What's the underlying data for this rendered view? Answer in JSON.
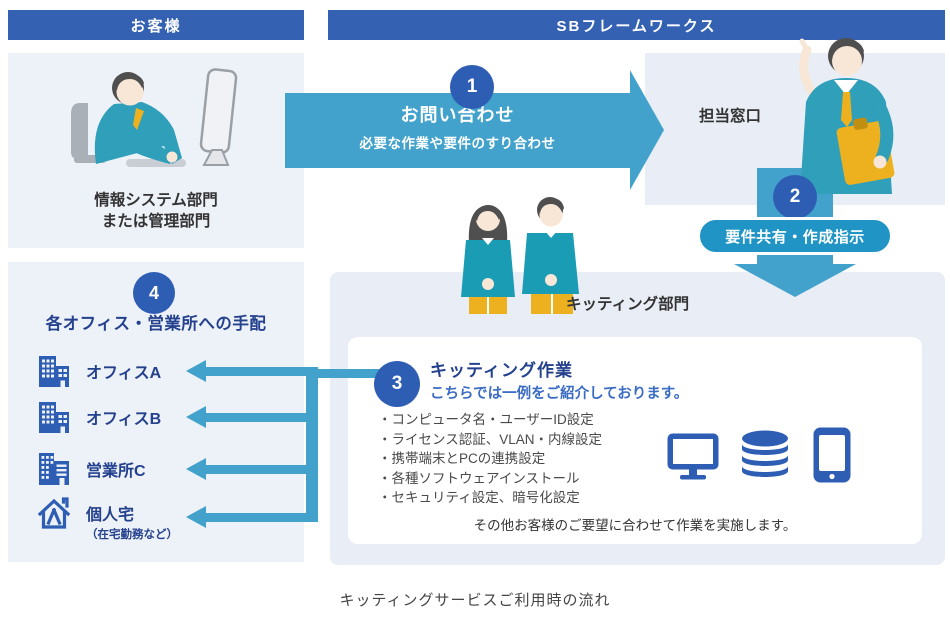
{
  "page": {
    "caption": "キッティングサービスご利用時の流れ"
  },
  "headers": {
    "customer": "お客様",
    "company": "SBフレームワークス"
  },
  "customer_box": {
    "label_line1": "情報システム部門",
    "label_line2": "または管理部門",
    "illustration": "person-at-desk"
  },
  "step1": {
    "number": "1",
    "title": "お問い合わせ",
    "subtitle": "必要な作業や要件のすり合わせ"
  },
  "contact_window": {
    "label": "担当窓口",
    "illustration": "man-pointing-with-clipboard"
  },
  "step2": {
    "number": "2",
    "label": "要件共有・作成指示"
  },
  "kitting_department": {
    "label": "キッティング部門",
    "illustration": "two-kitting-staff"
  },
  "step3": {
    "number": "3",
    "title": "キッティング作業",
    "subtitle": "こちらでは一例をご紹介しております。",
    "items": [
      "・コンピュータ名・ユーザーID設定",
      "・ライセンス認証、VLAN・内線設定",
      "・携帯端末とPCの連携設定",
      "・各種ソフトウェアインストール",
      "・セキュリティ設定、暗号化設定"
    ],
    "note": "その他お客様のご要望に合わせて作業を実施します。",
    "icons": [
      "monitor-icon",
      "database-icon",
      "smartphone-icon"
    ]
  },
  "step4": {
    "number": "4",
    "title": "各オフィス・営業所への手配",
    "destinations": [
      {
        "icon": "office-building-icon",
        "label": "オフィスA",
        "sub": ""
      },
      {
        "icon": "office-building-icon",
        "label": "オフィスB",
        "sub": ""
      },
      {
        "icon": "branch-office-icon",
        "label": "営業所C",
        "sub": ""
      },
      {
        "icon": "home-icon",
        "label": "個人宅",
        "sub": "（在宅勤務など）"
      }
    ]
  },
  "colors": {
    "header_blue": "#3461b2",
    "number_circle_blue": "#2e5db4",
    "navy_text": "#24418e",
    "subtitle_blue": "#3a6cc4",
    "flow_teal": "#42a2cc",
    "pill_blue": "#2095c5",
    "panel_light": "#edf1f8",
    "panel_light_right": "#e9eef6",
    "icon_blue": "#2e5db4",
    "staff_teal": "#1b9cb5",
    "accent_yellow": "#edb11f"
  }
}
